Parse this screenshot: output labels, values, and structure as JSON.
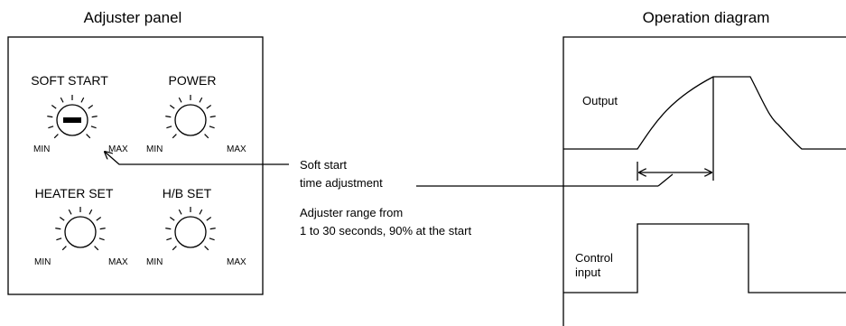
{
  "adjuster_panel": {
    "title": "Adjuster panel",
    "knobs": [
      {
        "label": "SOFT START",
        "min_label": "MIN",
        "max_label": "MAX",
        "has_slot": true
      },
      {
        "label": "POWER",
        "min_label": "MIN",
        "max_label": "MAX",
        "has_slot": false
      },
      {
        "label": "HEATER SET",
        "min_label": "MIN",
        "max_label": "MAX",
        "has_slot": false
      },
      {
        "label": "H/B SET",
        "min_label": "MIN",
        "max_label": "MAX",
        "has_slot": false
      }
    ]
  },
  "annotation": {
    "line1": "Soft start",
    "line2": "time adjustment",
    "range_line1": "Adjuster range from",
    "range_line2": "1 to 30 seconds, 90% at the start"
  },
  "operation_diagram": {
    "title": "Operation diagram",
    "output_label": "Output",
    "control_label_line1": "Control",
    "control_label_line2": "input"
  }
}
